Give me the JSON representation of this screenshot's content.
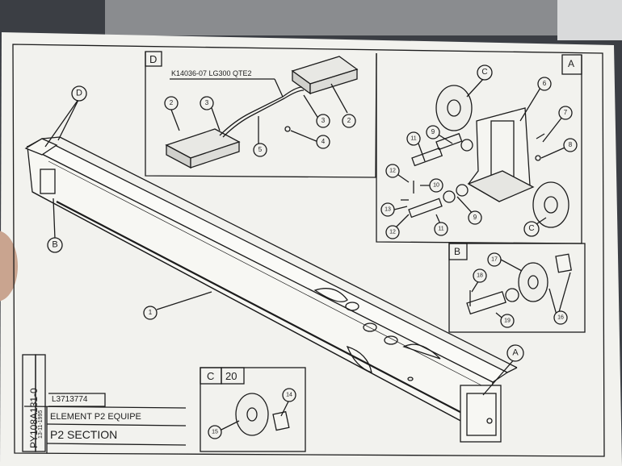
{
  "colors": {
    "paper": "#f3f3ef",
    "ink": "#1c1c1c",
    "background": "#3a3d42"
  },
  "drawing": {
    "doc_number": "L3713774",
    "title_fr": "ELEMENT P2 EQUIPE",
    "title_en": "P2 SECTION",
    "part_number": "PY108A131-0",
    "date_stamp": "13-11-1995"
  },
  "details": [
    {
      "letter": "D",
      "part_label": "K14036-07 LG300 QTE2"
    },
    {
      "letter": "A"
    },
    {
      "letter": "B"
    },
    {
      "letter": "C",
      "qty": "20"
    }
  ],
  "callouts": {
    "c1": "1",
    "c2a": "2",
    "c2b": "2",
    "c3a": "3",
    "c3b": "3",
    "c4": "4",
    "c5": "5",
    "c6": "6",
    "c7": "7",
    "c8": "8",
    "c9a": "9",
    "c9b": "9",
    "c10": "10",
    "c11a": "11",
    "c11b": "11",
    "c12a": "12",
    "c12b": "12",
    "c13": "13",
    "c14": "14",
    "c15": "15",
    "c16": "16",
    "c17": "17",
    "c18": "18",
    "c19": "19",
    "cAa": "A",
    "cAb": "C",
    "cAc": "C",
    "cB": "B",
    "cD": "D",
    "cBmain": "B",
    "cAmain": "A"
  }
}
